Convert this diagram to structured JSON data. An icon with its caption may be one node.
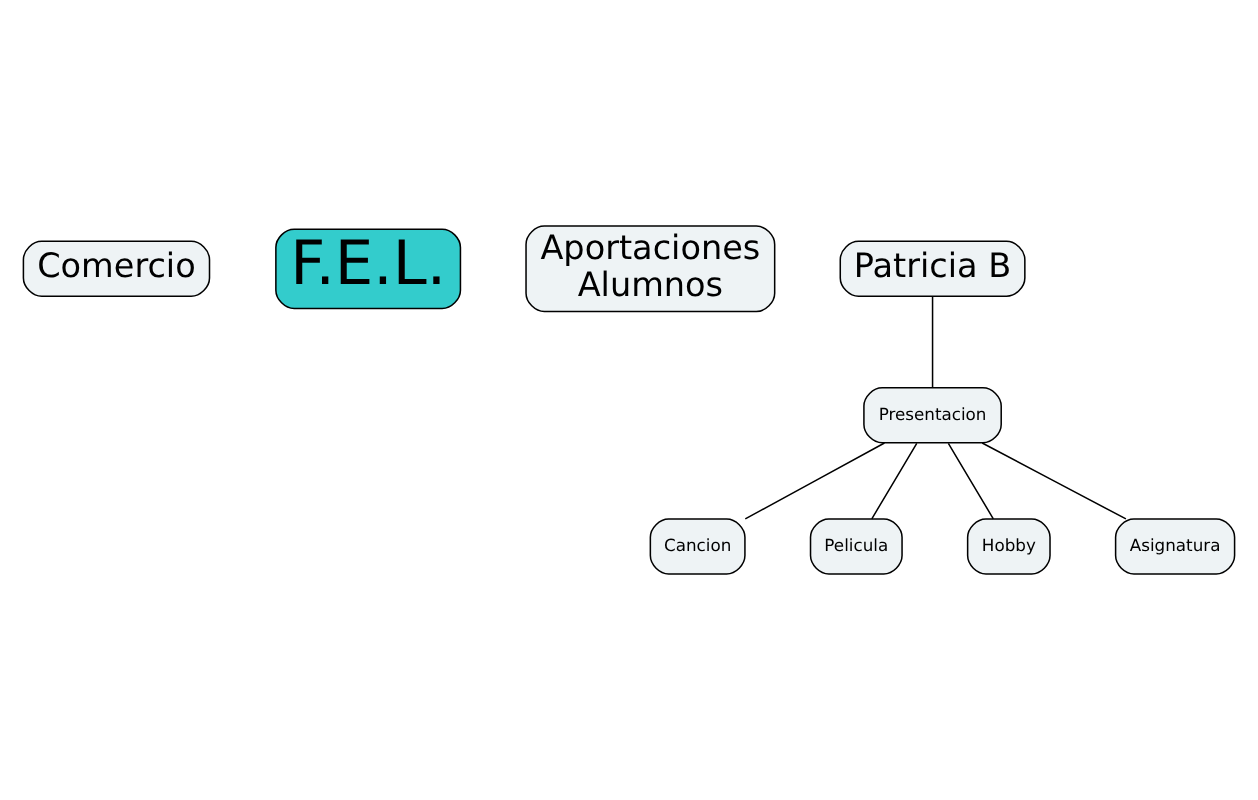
{
  "diagram": {
    "nodes": [
      {
        "text": [
          "Comercio"
        ]
      },
      {
        "text": [
          "F.E.L."
        ]
      },
      {
        "text": [
          "Aportaciones Alumnos"
        ]
      },
      {
        "text": [
          "Patricia B"
        ]
      },
      {
        "text": [
          "Presentacion"
        ]
      },
      {
        "text": [
          "Cancion"
        ]
      },
      {
        "text": [
          "Pelicula"
        ]
      },
      {
        "text": [
          "Hobby"
        ]
      },
      {
        "text": [
          "Asignatura"
        ]
      }
    ],
    "edges": [
      {
        "from": 3,
        "to": 4,
        "arrow": "none"
      },
      {
        "from": 4,
        "to": 5,
        "arrow": "none"
      },
      {
        "from": 4,
        "to": 6,
        "arrow": "none"
      },
      {
        "from": 4,
        "to": 7,
        "arrow": "none"
      },
      {
        "from": 4,
        "to": 8,
        "arrow": "none"
      }
    ]
  }
}
